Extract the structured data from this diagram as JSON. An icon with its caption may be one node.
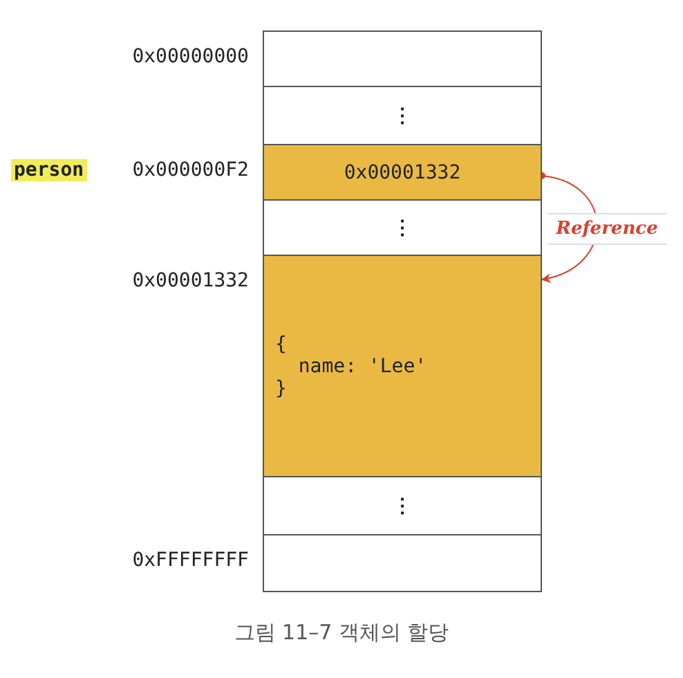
{
  "diagram": {
    "caption": "그림 11–7 객체의 할당",
    "nodes": [
      {
        "text": [],
        "shape": "box"
      },
      {
        "text": [
          "⋮"
        ]
      },
      {
        "text": [
          "0x00001332"
        ]
      },
      {
        "text": [
          "⋮"
        ]
      },
      {
        "text": [
          "{ name: 'Lee' }"
        ]
      },
      {
        "text": [
          "⋮"
        ]
      },
      {
        "text": [],
        "shape": "box"
      }
    ],
    "edges": [
      {
        "from": 2,
        "to": 4,
        "arrow": "to",
        "label": "Reference",
        "color": "#d9412f"
      }
    ],
    "labels": [
      "0x00000000",
      "person",
      "0x000000F2",
      "0x00001332",
      "0xFFFFFFFF"
    ]
  }
}
